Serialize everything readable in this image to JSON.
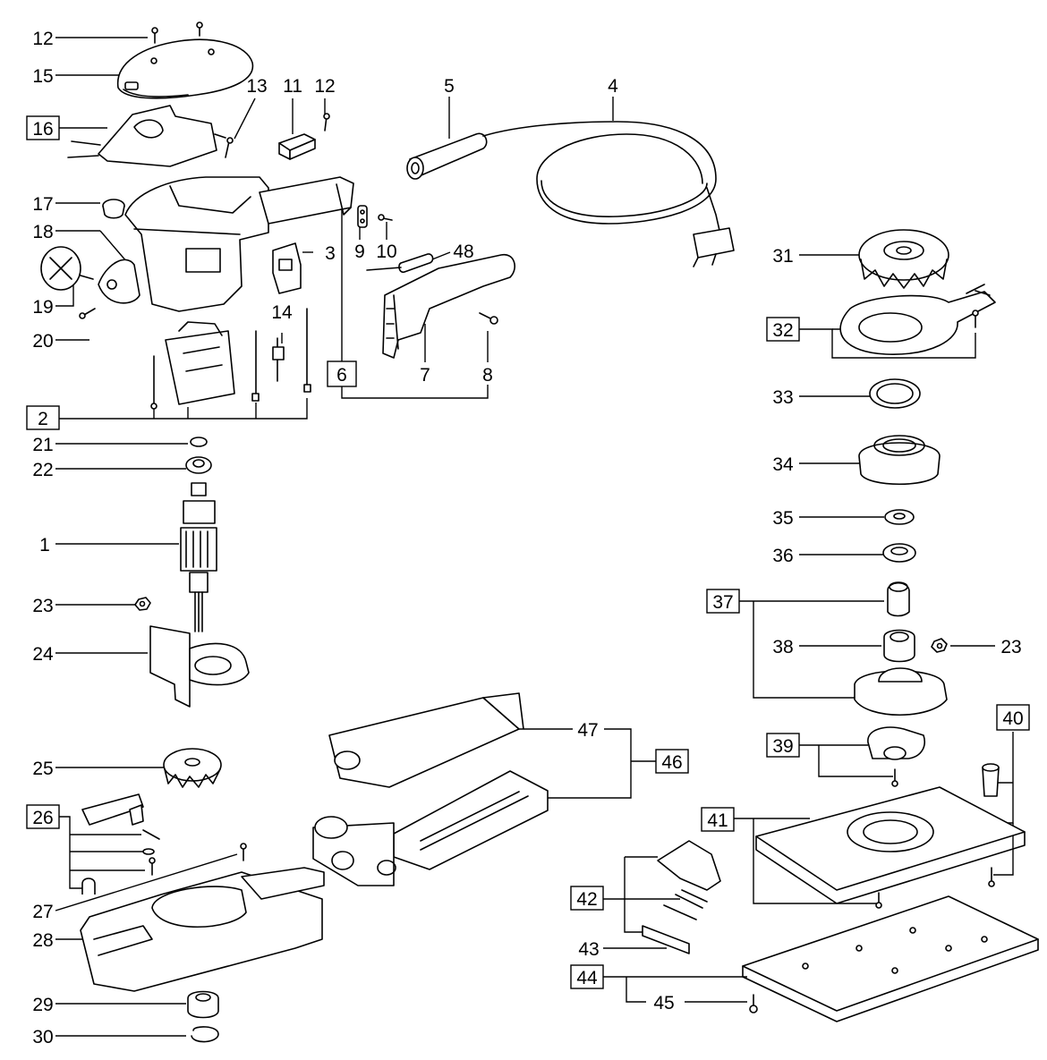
{
  "labels": {
    "l12a": "12",
    "l15": "15",
    "l16": "16",
    "l13": "13",
    "l11": "11",
    "l12b": "12",
    "l5": "5",
    "l4": "4",
    "l17": "17",
    "l18": "18",
    "l19": "19",
    "l20": "20",
    "l9": "9",
    "l10": "10",
    "l48": "48",
    "l3": "3",
    "l14": "14",
    "l6": "6",
    "l7": "7",
    "l8": "8",
    "l2": "2",
    "l21": "21",
    "l22": "22",
    "l1": "1",
    "l23a": "23",
    "l24": "24",
    "l31": "31",
    "l32": "32",
    "l33": "33",
    "l34": "34",
    "l35": "35",
    "l36": "36",
    "l37": "37",
    "l38": "38",
    "l23b": "23",
    "l39": "39",
    "l40": "40",
    "l41": "41",
    "l47": "47",
    "l46": "46",
    "l25": "25",
    "l26": "26",
    "l27": "27",
    "l28": "28",
    "l29": "29",
    "l30": "30",
    "l42": "42",
    "l43": "43",
    "l44": "44",
    "l45": "45"
  }
}
